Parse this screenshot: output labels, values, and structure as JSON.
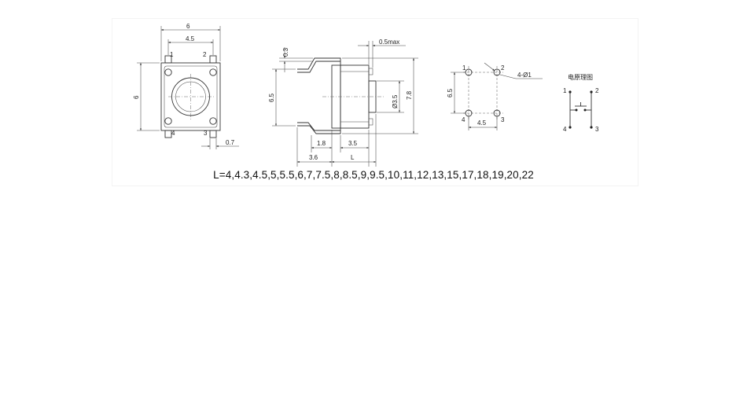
{
  "top_view": {
    "dim_width": "6",
    "dim_pitch": "4.5",
    "dim_height": "6",
    "dim_pin": "0.7",
    "pins": [
      "1",
      "2",
      "3",
      "4"
    ]
  },
  "side_view": {
    "dim_lead_top": "0.3",
    "dim_body_height": "6.5",
    "dim_overhang": "0.5max",
    "dim_actuator_dia": "Ø3.5",
    "dim_total_height": "7.8",
    "dim_base": "1.8",
    "dim_body": "3.5",
    "dim_lead_span": "3.6",
    "dim_stem_length": "L"
  },
  "footprint": {
    "hole_spec": "4-Ø1",
    "dim_vertical": "6.5",
    "dim_horizontal": "4.5",
    "pins": [
      "1",
      "2",
      "3",
      "4"
    ]
  },
  "schematic": {
    "title": "电原理图",
    "pins": [
      "1",
      "2",
      "3",
      "4"
    ]
  },
  "caption": "L=4,4.3,4.5,5,5.5,6,7,7.5,8,8.5,9,9.5,10,11,12,13,15,17,18,19,20,22"
}
